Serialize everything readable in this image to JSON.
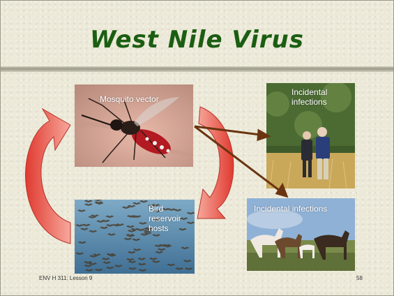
{
  "slide": {
    "title": "West Nile Virus",
    "footer_left": "ENV H 311: Lesson 9",
    "page_number": "58"
  },
  "images": {
    "mosquito": {
      "label": "Mosquito vector"
    },
    "people": {
      "label": "Incidental infections"
    },
    "birds": {
      "label": "Bird reservoir hosts"
    },
    "horses": {
      "label": "Incidental  infections"
    }
  },
  "colors": {
    "title": "#1b5e12",
    "cycle_arrow": "#e8463a",
    "pointer_arrow": "#6b3410"
  }
}
